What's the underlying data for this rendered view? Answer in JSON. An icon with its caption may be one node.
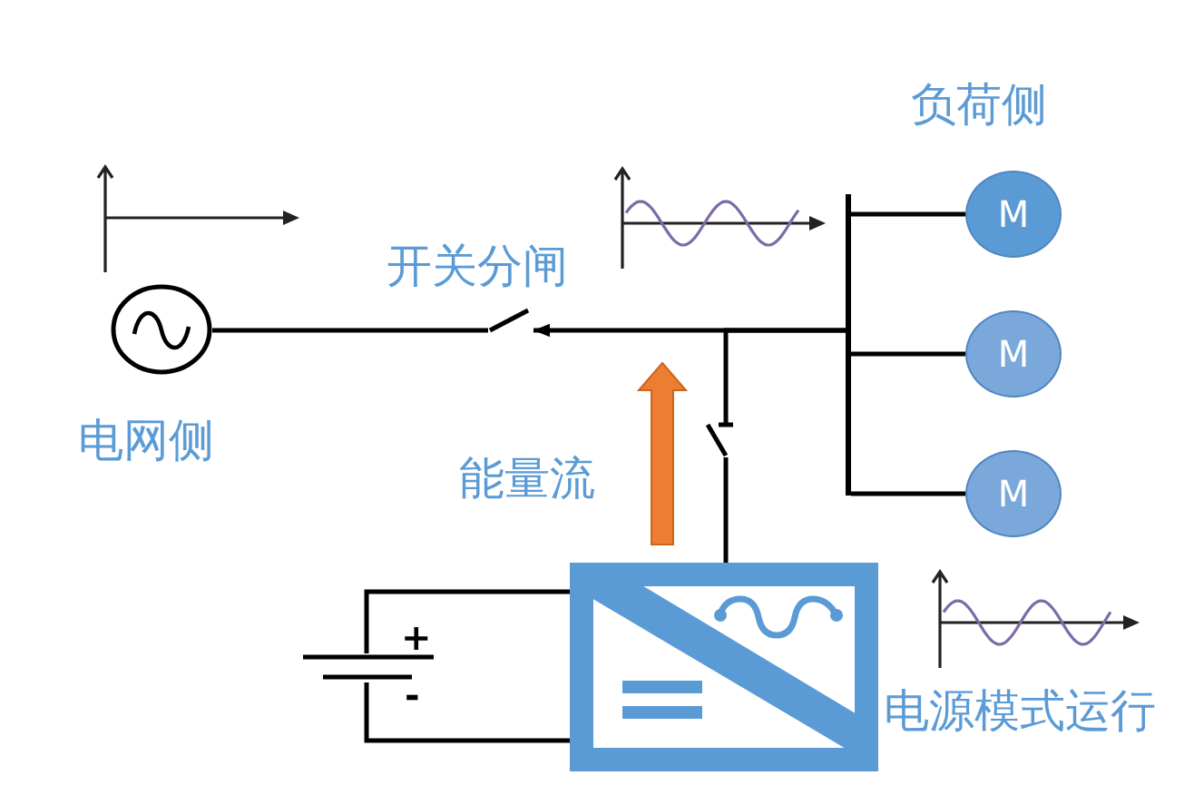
{
  "diagram": {
    "nodes": [
      {
        "text": [],
        "shape": "circle",
        "beside": [
          "电网侧"
        ]
      },
      {
        "text": [],
        "shape": "switch"
      },
      {
        "text": [],
        "shape": "bar"
      },
      {
        "text": [
          "M"
        ]
      },
      {
        "text": [
          "M"
        ]
      },
      {
        "text": [
          "M"
        ]
      },
      {
        "text": [],
        "shape": "switch"
      },
      {
        "text": [],
        "shape": "battery"
      },
      {
        "text": [],
        "shape": "box",
        "beside": [
          "电源模式运行"
        ]
      }
    ],
    "edges": [
      {
        "from": 2,
        "to": 1,
        "arrow": "to"
      },
      {
        "from": 1,
        "to": 0,
        "arrow": "none"
      },
      {
        "from": 8,
        "to": 6,
        "arrow": "none"
      },
      {
        "from": 6,
        "to": 2,
        "arrow": "none"
      },
      {
        "from": 2,
        "to": 3,
        "arrow": "none"
      },
      {
        "from": 2,
        "to": 4,
        "arrow": "none"
      },
      {
        "from": 2,
        "to": 5,
        "arrow": "none"
      },
      {
        "from": 7,
        "to": 8,
        "arrow": "none"
      },
      {
        "from": 7,
        "to": 8,
        "arrow": "none"
      }
    ],
    "labels": [
      "负荷侧",
      "开关分闸",
      "能量流",
      "+",
      "-"
    ]
  }
}
